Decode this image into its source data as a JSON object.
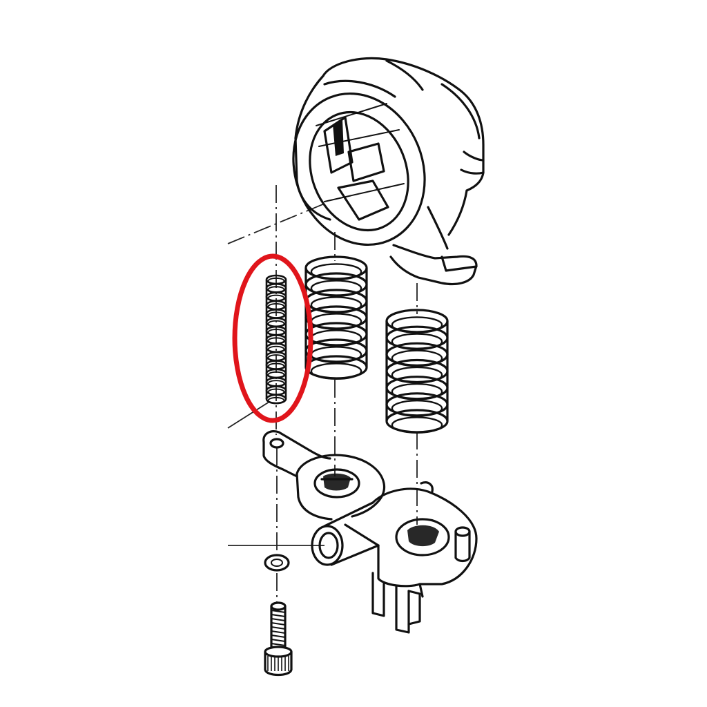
{
  "diagram": {
    "kind": "exploded-assembly-line-drawing",
    "highlight": {
      "target": "small-spring",
      "shape": "ellipse",
      "color": "#e0151b"
    },
    "parts": [
      {
        "id": "bearing-housing",
        "name": "housing-icon"
      },
      {
        "id": "small-spring",
        "name": "small-spring-icon"
      },
      {
        "id": "middle-spring",
        "name": "coil-spring-icon"
      },
      {
        "id": "right-spring",
        "name": "coil-spring-icon"
      },
      {
        "id": "arm-base",
        "name": "bracket-icon"
      },
      {
        "id": "washer",
        "name": "washer-icon"
      },
      {
        "id": "cap-screw",
        "name": "screw-icon"
      }
    ]
  }
}
